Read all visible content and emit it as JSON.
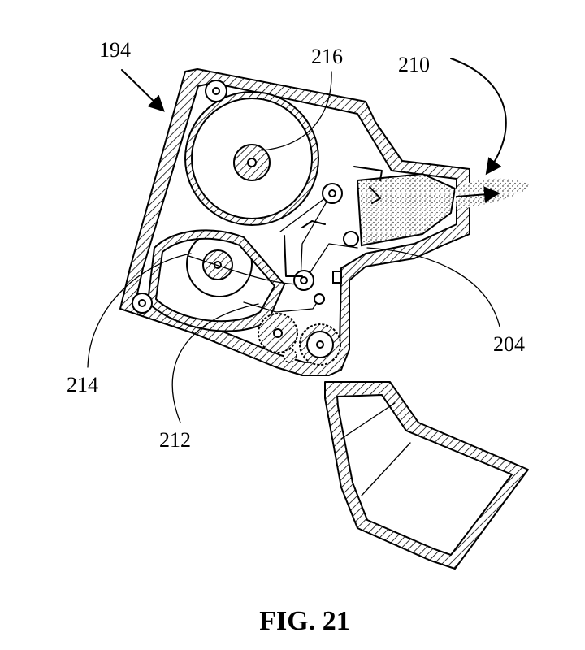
{
  "figure": {
    "caption": "FIG. 21",
    "labels": {
      "ref_194": "194",
      "ref_216": "216",
      "ref_210": "210",
      "ref_204": "204",
      "ref_214": "214",
      "ref_212": "212"
    }
  }
}
